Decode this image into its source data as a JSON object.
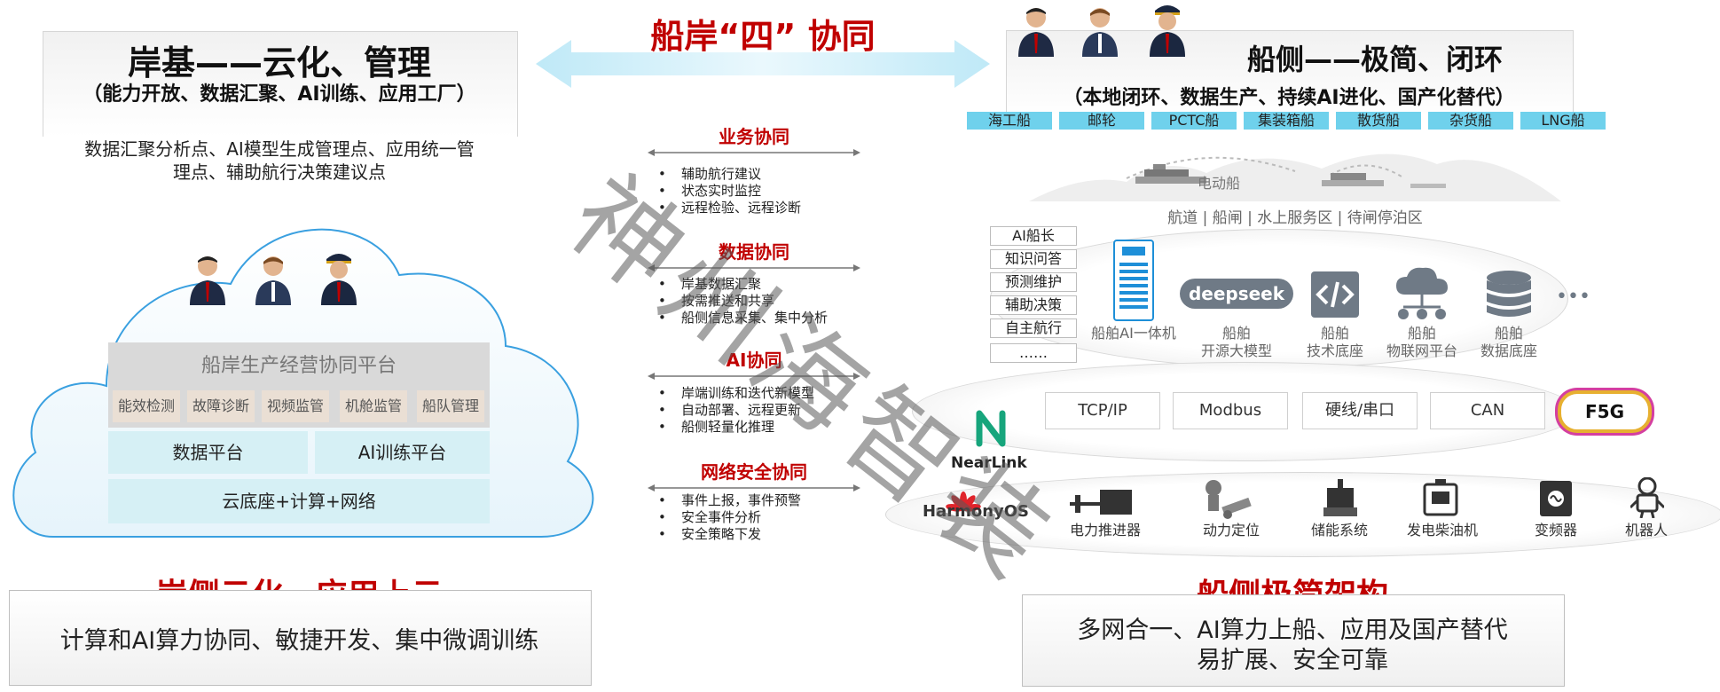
{
  "top_center": {
    "title": "船岸“四” 协同"
  },
  "left": {
    "title": "岸基——云化、管理",
    "subtitle": "（能力开放、数据汇聚、AI训练、应用工厂）",
    "desc_line1": "数据汇聚分析点、AI模型生成管理点、应用统一管",
    "desc_line2": "理点、辅助航行决策建议点",
    "platform_title": "船岸生产经营协同平台",
    "modules": [
      "能效检测",
      "故障诊断",
      "视频监管",
      "机舱监管",
      "船队管理"
    ],
    "data_platform": "数据平台",
    "ai_platform": "AI训练平台",
    "base": "云底座+计算+网络",
    "bottom_title": "岸侧云化，应用上云",
    "bottom_text": "计算和AI算力协同、敏捷开发、集中微调训练"
  },
  "middle": {
    "sections": [
      {
        "title": "业务协同",
        "items": [
          "辅助航行建议",
          "状态实时监控",
          "远程检验、远程诊断"
        ]
      },
      {
        "title": "数据协同",
        "items": [
          "岸基数据汇聚",
          "按需推送和共享",
          "船侧信息采集、集中分析"
        ]
      },
      {
        "title": "AI协同",
        "items": [
          "岸端训练和迭代新模型",
          "自动部署、远程更新",
          "船侧轻量化推理"
        ]
      },
      {
        "title": "网络安全协同",
        "items": [
          "事件上报，事件预警",
          "安全事件分析",
          "安全策略下发"
        ]
      }
    ]
  },
  "right": {
    "title": "船侧——极简、闭环",
    "subtitle": "（本地闭环、数据生产、持续AI进化、国产化替代）",
    "ship_types": [
      "海工船",
      "邮轮",
      "PCTC船",
      "集装箱船",
      "散货船",
      "杂货船",
      "LNG船"
    ],
    "scene_label": "电动船",
    "scene_caption": "航道 | 船闸 | 水上服务区 | 待闸停泊区",
    "side_tabs": [
      "AI船长",
      "知识问答",
      "预测维护",
      "辅助决策",
      "自主航行",
      "……"
    ],
    "icons": [
      {
        "icon": "server-icon",
        "label1": "船舶AI一体机",
        "label2": ""
      },
      {
        "icon": "deepseek-logo-icon",
        "label1": "船舶",
        "label2": "开源大模型"
      },
      {
        "icon": "code-icon",
        "label1": "船舶",
        "label2": "技术底座"
      },
      {
        "icon": "cloud-network-icon",
        "label1": "船舶",
        "label2": "物联网平台"
      },
      {
        "icon": "database-icon",
        "label1": "船舶",
        "label2": "数据底座"
      }
    ],
    "deepseek_text": "deepseek",
    "more": "•••",
    "protocols": [
      "TCP/IP",
      "Modbus",
      "硬线/串口",
      "CAN"
    ],
    "f5g": "F5G",
    "nearlink": "NearLink",
    "harmonyos": "HarmonyOS",
    "devices": [
      "电力推进器",
      "动力定位",
      "储能系统",
      "发电柴油机",
      "变频器",
      "机器人"
    ],
    "bottom_title": "船侧极简架构",
    "bottom_text_line1": "多网合一、AI算力上船、应用及国产替代",
    "bottom_text_line2": "易扩展、安全可靠"
  },
  "watermark": "神州海智装",
  "colors": {
    "accent_red": "#c00000",
    "ship_tag": "#6fd1ec",
    "platform_blue": "#d6f0f5",
    "cloud_border": "#3aa0e0"
  }
}
